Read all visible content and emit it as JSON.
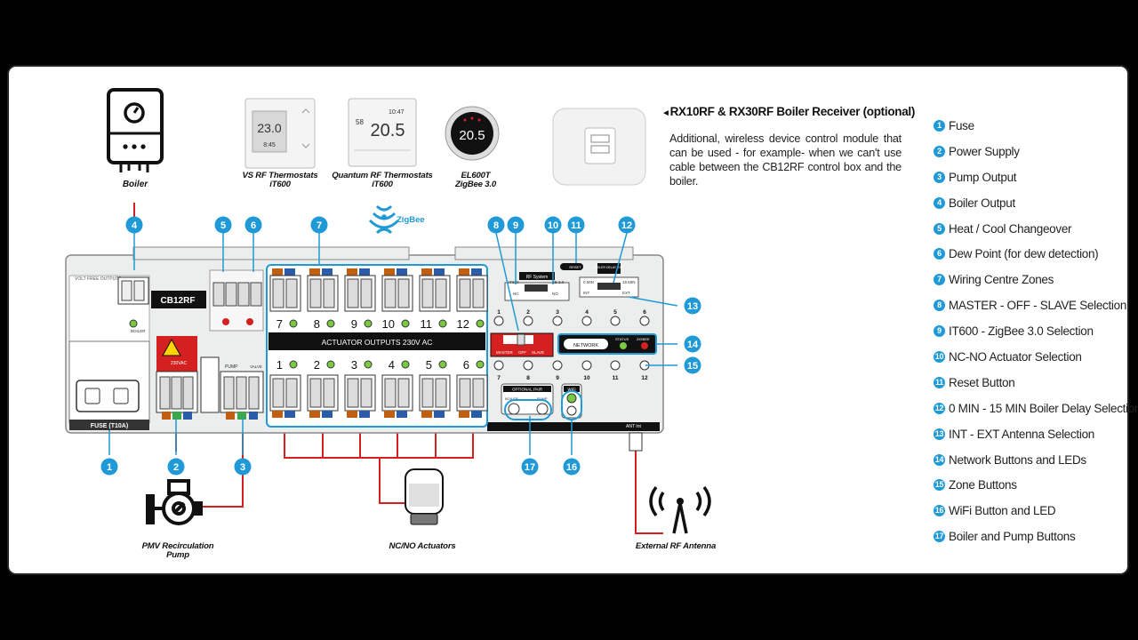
{
  "devices": {
    "boiler": "Boiler",
    "vs_rf": [
      "VS RF Thermostats",
      "iT600"
    ],
    "quantum": [
      "Quantum RF Thermostats",
      "iT600"
    ],
    "ep600t": [
      "EL600T",
      "ZigBee 3.0"
    ],
    "zigbee": "ZigBee",
    "pump": [
      "PMV Recirculation",
      "Pump"
    ],
    "actuators": "NC/NO Actuators",
    "antenna": "External RF Antenna",
    "thermo_temp": "23.0",
    "thermo_time": "8:45",
    "quantum_temp": "20.5",
    "quantum_time": "10:47",
    "quantum_small": "58",
    "ep_temp": "20.5"
  },
  "receiver": {
    "title": "RX10RF & RX30RF Boiler Receiver (optional)",
    "text": "Additional, wireless device control module that can be used - for example- when we can't use cable between the CB12RF control box and the boiler."
  },
  "board": {
    "model": "CB12RF",
    "volt_free": "VOLT FREE OUTPUTS",
    "boiler_label": "BOILER",
    "fuse": "FUSE (T10A)",
    "voltage": "230VAC",
    "pump_label": "PUMP",
    "valve_label": "VALVE",
    "actuator_outputs": "ACTUATOR OUTPUTS 230V AC",
    "zones_top": [
      "7",
      "8",
      "9",
      "10",
      "11",
      "12"
    ],
    "zones_bottom": [
      "1",
      "2",
      "3",
      "4",
      "5",
      "6"
    ],
    "rf_system": "RF System",
    "it600": "IT600",
    "zb": "ZB 3.0",
    "nc": "NC",
    "no": "NO",
    "actuator_small": "ACTUATOR",
    "reset": "RESET",
    "boiler_delay": "BOILER DELAY EXIT",
    "min0": "0 MIN",
    "min15": "15 MIN",
    "int": "INT",
    "ext": "EXT",
    "antenna_small": "ANTENNA",
    "mos": [
      "MASTER",
      "OFF",
      "SLAVE"
    ],
    "network": "NETWORK",
    "status": "STATUS",
    "zigbee_led": "ZIGBEE",
    "zone_buttons_top": [
      "1",
      "2",
      "3",
      "4",
      "5",
      "6"
    ],
    "zone_buttons_bottom": [
      "7",
      "8",
      "9",
      "10",
      "11",
      "12"
    ],
    "optional_pair": "OPTIONAL PAIR",
    "pair_boiler": "BOILER",
    "pair_pump": "PUMP",
    "wifi": "WiFi",
    "ant": "ANT Int"
  },
  "legend": [
    {
      "num": "1",
      "label": "Fuse"
    },
    {
      "num": "2",
      "label": "Power Supply"
    },
    {
      "num": "3",
      "label": "Pump Output"
    },
    {
      "num": "4",
      "label": "Boiler Output"
    },
    {
      "num": "5",
      "label": "Heat / Cool Changeover"
    },
    {
      "num": "6",
      "label": "Dew Point (for dew detection)"
    },
    {
      "num": "7",
      "label": "Wiring Centre Zones"
    },
    {
      "num": "8",
      "label": "MASTER - OFF - SLAVE Selection"
    },
    {
      "num": "9",
      "label": "IT600 - ZigBee 3.0 Selection"
    },
    {
      "num": "10",
      "label": "NC-NO Actuator Selection"
    },
    {
      "num": "11",
      "label": "Reset Button"
    },
    {
      "num": "12",
      "label": "0 MIN - 15 MIN Boiler Delay Selection"
    },
    {
      "num": "13",
      "label": "INT - EXT Antenna Selection"
    },
    {
      "num": "14",
      "label": "Network Buttons and LEDs"
    },
    {
      "num": "15",
      "label": "Zone Buttons"
    },
    {
      "num": "16",
      "label": "WiFi Button and LED"
    },
    {
      "num": "17",
      "label": "Boiler and Pump Buttons"
    }
  ],
  "colors": {
    "accent": "#1f9ad6",
    "wire": "#d42020",
    "led": "#7ac943"
  }
}
